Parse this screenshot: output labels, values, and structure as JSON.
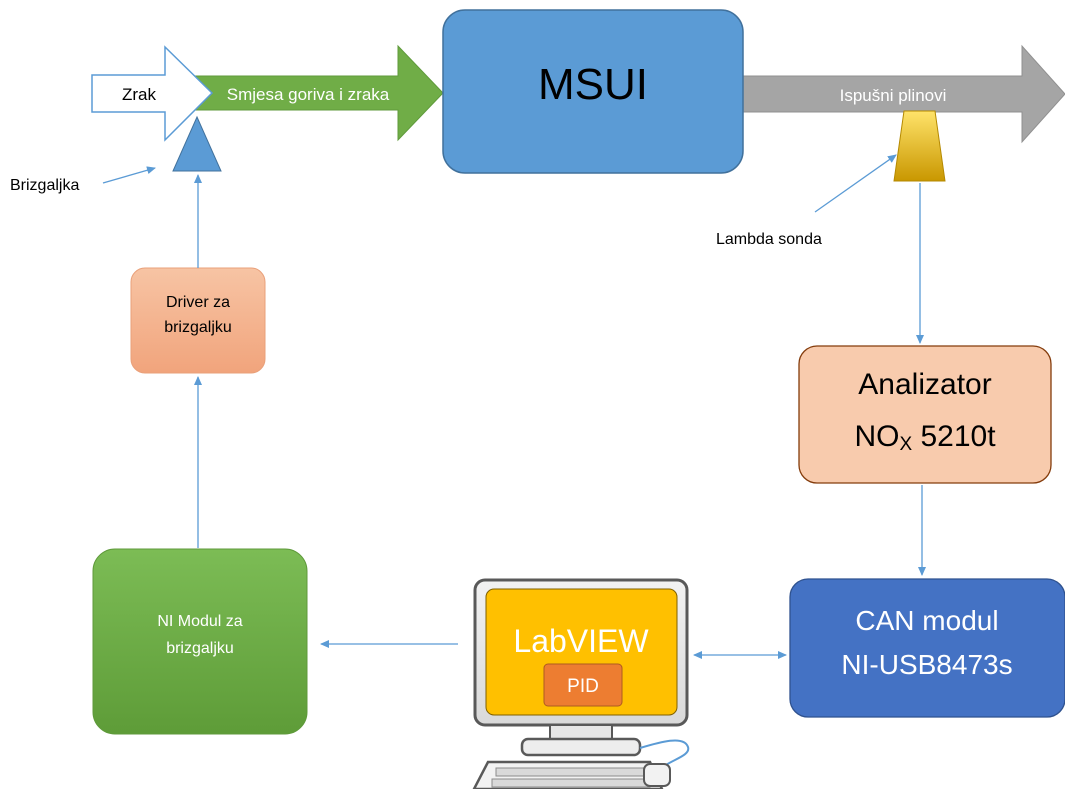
{
  "labels": {
    "zrak": "Zrak",
    "smjesa": "Smjesa goriva i zraka",
    "msui": "MSUI",
    "ispusni": "Ispušni plinovi",
    "brizgaljka": "Brizgaljka",
    "lambda": "Lambda sonda",
    "driver_line1": "Driver za",
    "driver_line2": "brizgaljku",
    "analizator_line1": "Analizator",
    "analizator_line2_main": "NO",
    "analizator_line2_sub": "X",
    "analizator_line2_tail": " 5210t",
    "ni_modul_line1": "NI Modul za",
    "ni_modul_line2": "brizgaljku",
    "can_line1": "CAN modul",
    "can_line2": "NI-USB8473s",
    "labview": "LabVIEW",
    "pid": "PID"
  },
  "colors": {
    "green": "#70ad47",
    "blue": "#5b9bd5",
    "gray": "#a5a5a5",
    "salmon": "#f4b183",
    "dark_blue": "#4472c4",
    "yellow": "#ffc000",
    "orange": "#ed7d31",
    "connector": "#5b9bd5"
  }
}
